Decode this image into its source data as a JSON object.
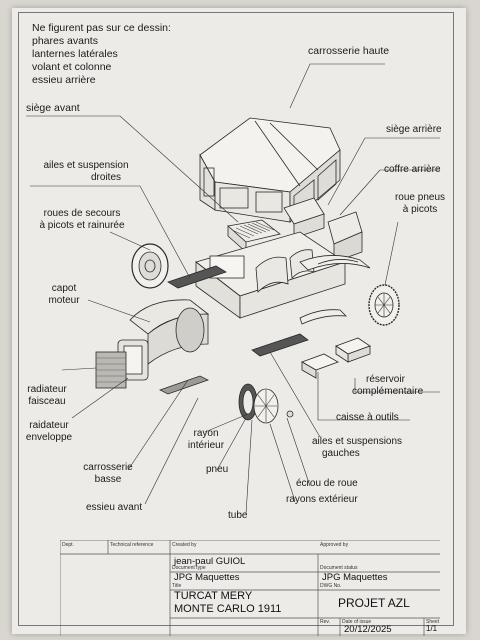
{
  "notes": {
    "heading": "Ne figurent pas sur ce dessin:",
    "items": [
      "phares avants",
      "lanternes latérales",
      "volant et colonne",
      "essieu arrière"
    ]
  },
  "labels": {
    "carrosserie_haute": "carrosserie haute",
    "siege_avant": "siège avant",
    "siege_arriere": "siège arrière",
    "ailes_droites_1": "ailes et suspension",
    "ailes_droites_2": "droites",
    "coffre_arriere": "coffre  arrière",
    "roue_pneus_1": "roue pneus",
    "roue_pneus_2": "à picots",
    "roues_secours_1": "roues de secours",
    "roues_secours_2": "à picots et rainurée",
    "capot_1": "capot",
    "capot_2": "moteur",
    "radiateur_faisceau_1": "radiateur",
    "radiateur_faisceau_2": "faisceau",
    "radiateur_enveloppe_1": "raidateur",
    "radiateur_enveloppe_2": "enveloppe",
    "reservoir_1": "réservoir",
    "reservoir_2": "complémentaire",
    "caisse_outils": "caisse à outils",
    "rayon_interieur_1": "rayon",
    "rayon_interieur_2": "intérieur",
    "ailes_gauches_1": "ailes et suspensions",
    "ailes_gauches_2": "gauches",
    "carrosserie_basse_1": "carrosserie",
    "carrosserie_basse_2": "basse",
    "pneu": "pneu",
    "ecrou": "écrou de roue",
    "rayons_exterieur": "rayons extérieur",
    "essieu_avant": "essieu avant",
    "tube": "tube"
  },
  "title_block": {
    "dept_label": "Dept.",
    "tech_ref_label": "Technical reference",
    "created_by_label": "Created by",
    "created_by": "jean-paul GUIOL",
    "approved_by_label": "Approved by",
    "doc_type_label": "Document type",
    "doc_type": "JPG Maquettes",
    "doc_status_label": "Document status",
    "doc_status": "JPG Maquettes",
    "title_label": "Title",
    "title_1": "TURCAT MERY",
    "title_2": "MONTE CARLO 1911",
    "dwg_label": "DWG No.",
    "project": "PROJET AZL",
    "rev_label": "Rev.",
    "date_label": "Date of issue",
    "date": "20/12/2025",
    "sheet_label": "Sheet",
    "sheet": "1/1"
  }
}
